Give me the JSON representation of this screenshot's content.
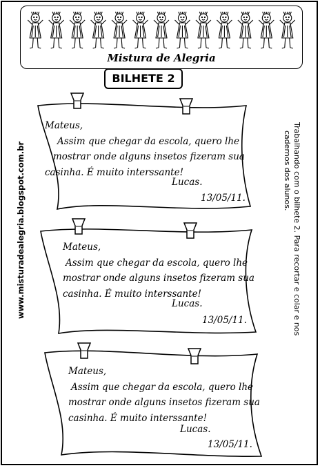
{
  "header": {
    "title": "Mistura de Alegria"
  },
  "bilhete_title": "BILHETE 2",
  "notes": [
    {
      "greeting": "Mateus,",
      "line1": "Assim que chegar da escola, quero lhe",
      "line2": "mostrar onde alguns insetos fizeram sua",
      "line3": "casinha. É muito interssante!",
      "signature": "Lucas.",
      "date": "13/05/11."
    },
    {
      "greeting": "Mateus,",
      "line1": "Assim que chegar da escola, quero lhe",
      "line2": "mostrar onde alguns insetos fizeram sua",
      "line3": "casinha. É muito interssante!",
      "signature": "Lucas.",
      "date": "13/05/11."
    },
    {
      "greeting": "Mateus,",
      "line1": "Assim que chegar da escola, quero lhe",
      "line2": "mostrar onde alguns insetos fizeram sua",
      "line3": "casinha. É muito interssante!",
      "signature": "Lucas.",
      "date": "13/05/11."
    }
  ],
  "website": "www.misturadealegria.blogspot.com.br",
  "side_note": {
    "line1": "Trabalhando com o bilhete 2. Para recortar e colar e nos",
    "line2": "cadernos dos alunos."
  }
}
